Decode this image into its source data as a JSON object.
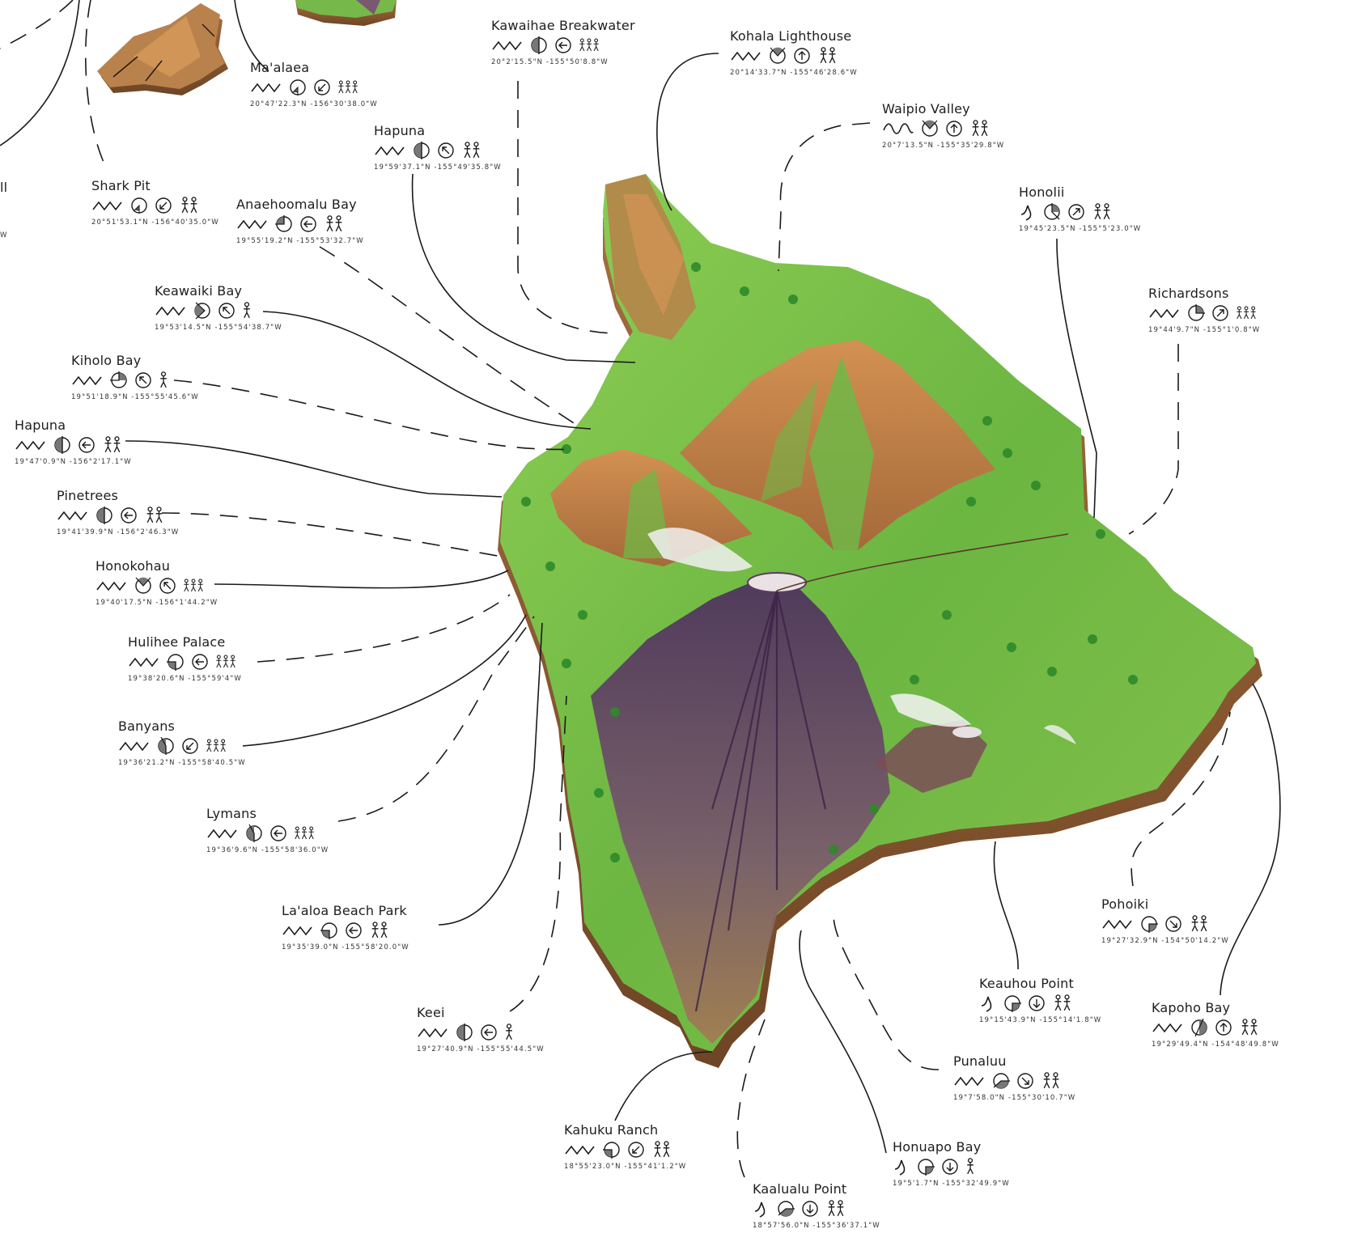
{
  "map": {
    "region": "Hawaii (Big Island) surf spot map",
    "colors": {
      "land_green": "#7cc24a",
      "land_dark_green": "#3f8f2a",
      "mountain_brown": "#c98a4a",
      "lava_purple": "#5b3a6a",
      "cliff_brown": "#8a5a34",
      "leader_line": "#1a1a1a",
      "background": "#ffffff"
    }
  },
  "legend_icon_types": {
    "wave": [
      "zigzag-wave-icon",
      "sine-wave-icon",
      "point-break-icon"
    ],
    "bottom": [
      "reef-bottom-icon",
      "sand-bottom-icon",
      "rock-bottom-icon"
    ],
    "direction": [
      "arrow-n",
      "arrow-ne",
      "arrow-e",
      "arrow-se",
      "arrow-s",
      "arrow-sw",
      "arrow-w",
      "arrow-nw"
    ],
    "crowd": [
      "crowd-1-icon",
      "crowd-2-icon",
      "crowd-3-icon"
    ]
  },
  "spots": [
    {
      "id": "maalaea",
      "name": "Ma'alaea",
      "coords": "20°47'22.3\"N -156°30'38.0\"W",
      "wave": "zigzag",
      "bottom": "quarter-sw",
      "direction": "sw",
      "crowd": 3
    },
    {
      "id": "kawaihae",
      "name": "Kawaihae Breakwater",
      "coords": "20°2'15.5\"N -155°50'8.8\"W",
      "wave": "zigzag",
      "bottom": "half-left",
      "direction": "w",
      "crowd": 3
    },
    {
      "id": "kohala",
      "name": "Kohala Lighthouse",
      "coords": "20°14'33.7\"N -155°46'28.6\"W",
      "wave": "zigzag",
      "bottom": "top-wedge",
      "direction": "n",
      "crowd": 2
    },
    {
      "id": "waipio",
      "name": "Waipio Valley",
      "coords": "20°7'13.5\"N -155°35'29.8\"W",
      "wave": "sine",
      "bottom": "top-wedge",
      "direction": "n",
      "crowd": 2
    },
    {
      "id": "hapuna_n",
      "name": "Hapuna",
      "coords": "19°59'37.1\"N -155°49'35.8\"W",
      "wave": "zigzag",
      "bottom": "half-left",
      "direction": "nw",
      "crowd": 2
    },
    {
      "id": "sharkpit",
      "name": "Shark Pit",
      "coords": "20°51'53.1\"N -156°40'35.0\"W",
      "wave": "zigzag",
      "bottom": "quarter-sw",
      "direction": "sw",
      "crowd": 2
    },
    {
      "id": "anaehoomalu",
      "name": "Anaehoomalu Bay",
      "coords": "19°55'19.2\"N -155°53'32.7\"W",
      "wave": "zigzag",
      "bottom": "quarter-nw",
      "direction": "w",
      "crowd": 2
    },
    {
      "id": "honolii",
      "name": "Honolii",
      "coords": "19°45'23.5\"N -155°5'23.0\"W",
      "wave": "point",
      "bottom": "quarter-ne",
      "direction": "ne",
      "crowd": 2
    },
    {
      "id": "richardsons",
      "name": "Richardsons",
      "coords": "19°44'9.7\"N -155°1'0.8\"W",
      "wave": "zigzag",
      "bottom": "quarter-ne",
      "direction": "ne",
      "crowd": 3
    },
    {
      "id": "keawaiki",
      "name": "Keawaiki Bay",
      "coords": "19°53'14.5\"N -155°54'38.7\"W",
      "wave": "zigzag",
      "bottom": "wedge-left",
      "direction": "nw",
      "crowd": 1
    },
    {
      "id": "kiholo",
      "name": "Kiholo Bay",
      "coords": "19°51'18.9\"N -155°55'45.6\"W",
      "wave": "zigzag",
      "bottom": "quarter-nw",
      "direction": "nw",
      "crowd": 1
    },
    {
      "id": "hapuna_w",
      "name": "Hapuna",
      "coords": "19°47'0.9\"N -156°2'17.1\"W",
      "wave": "zigzag",
      "bottom": "half-left",
      "direction": "w",
      "crowd": 2
    },
    {
      "id": "pinetrees",
      "name": "Pinetrees",
      "coords": "19°41'39.9\"N -156°2'46.3\"W",
      "wave": "zigzag",
      "bottom": "half-left",
      "direction": "w",
      "crowd": 2
    },
    {
      "id": "honokohau",
      "name": "Honokohau",
      "coords": "19°40'17.5\"N -156°1'44.2\"W",
      "wave": "zigzag",
      "bottom": "top-wedge",
      "direction": "nw",
      "crowd": 3
    },
    {
      "id": "hulihee",
      "name": "Hulihee Palace",
      "coords": "19°38'20.6\"N -155°59'4\"W",
      "wave": "zigzag",
      "bottom": "quarter-sw",
      "direction": "w",
      "crowd": 3
    },
    {
      "id": "banyans",
      "name": "Banyans",
      "coords": "19°36'21.2\"N -155°58'40.5\"W",
      "wave": "zigzag",
      "bottom": "half-left",
      "direction": "sw",
      "crowd": 3
    },
    {
      "id": "lymans",
      "name": "Lymans",
      "coords": "19°36'9.6\"N -155°58'36.0\"W",
      "wave": "zigzag",
      "bottom": "half-left",
      "direction": "w",
      "crowd": 3
    },
    {
      "id": "laaloa",
      "name": "La'aloa Beach Park",
      "coords": "19°35'39.0\"N -155°58'20.0\"W",
      "wave": "zigzag",
      "bottom": "quarter-sw",
      "direction": "w",
      "crowd": 2
    },
    {
      "id": "keei",
      "name": "Keei",
      "coords": "19°27'40.9\"N -155°55'44.5\"W",
      "wave": "zigzag",
      "bottom": "half-left",
      "direction": "w",
      "crowd": 1
    },
    {
      "id": "kahuku",
      "name": "Kahuku Ranch",
      "coords": "18°55'23.0\"N -155°41'1.2\"W",
      "wave": "zigzag",
      "bottom": "quarter-sw",
      "direction": "sw",
      "crowd": 2
    },
    {
      "id": "kaalualu",
      "name": "Kaalualu Point",
      "coords": "18°57'56.0\"N -155°36'37.1\"W",
      "wave": "point",
      "bottom": "bottom-wedge",
      "direction": "s",
      "crowd": 2
    },
    {
      "id": "honuapo",
      "name": "Honuapo Bay",
      "coords": "19°5'1.7\"N -155°32'49.9\"W",
      "wave": "point",
      "bottom": "quarter-se",
      "direction": "s",
      "crowd": 1
    },
    {
      "id": "punaluu",
      "name": "Punaluu",
      "coords": "19°7'58.0\"N -155°30'10.7\"W",
      "wave": "zigzag",
      "bottom": "bottom-wedge",
      "direction": "se",
      "crowd": 2
    },
    {
      "id": "keauhou",
      "name": "Keauhou Point",
      "coords": "19°15'43.9\"N -155°14'1.8\"W",
      "wave": "point",
      "bottom": "quarter-se",
      "direction": "s",
      "crowd": 2
    },
    {
      "id": "pohoiki",
      "name": "Pohoiki",
      "coords": "19°27'32.9\"N -154°50'14.2\"W",
      "wave": "zigzag",
      "bottom": "quarter-se",
      "direction": "se",
      "crowd": 2
    },
    {
      "id": "kapoho",
      "name": "Kapoho Bay",
      "coords": "19°29'49.4\"N -154°48'49.8\"W",
      "wave": "zigzag",
      "bottom": "half-right",
      "direction": "n",
      "crowd": 2
    }
  ],
  "partial_labels": {
    "left_edge_fragment": "ll",
    "left_edge_coord_fragment": "W"
  }
}
